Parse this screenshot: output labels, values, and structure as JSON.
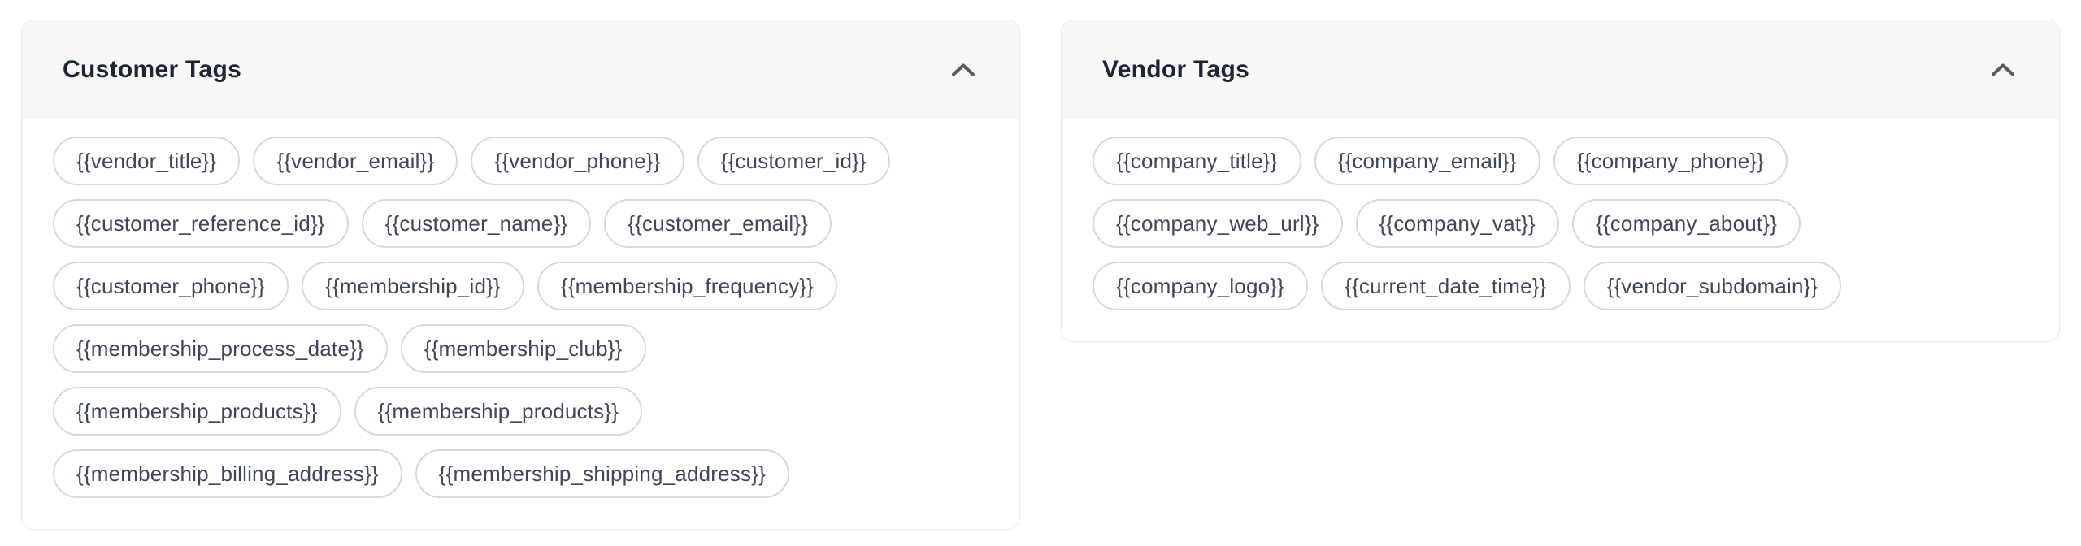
{
  "panels": {
    "customer": {
      "title": "Customer Tags",
      "collapse_icon": "chevron-up-icon",
      "tags": [
        "{{vendor_title}}",
        "{{vendor_email}}",
        "{{vendor_phone}}",
        "{{customer_id}}",
        "{{customer_reference_id}}",
        "{{customer_name}}",
        "{{customer_email}}",
        "{{customer_phone}}",
        "{{membership_id}}",
        "{{membership_frequency}}",
        "{{membership_process_date}}",
        "{{membership_club}}",
        "{{membership_products}}",
        "{{membership_products}}",
        "{{membership_billing_address}}",
        "{{membership_shipping_address}}"
      ]
    },
    "vendor": {
      "title": "Vendor Tags",
      "collapse_icon": "chevron-up-icon",
      "tags": [
        "{{company_title}}",
        "{{company_email}}",
        "{{company_phone}}",
        "{{company_web_url}}",
        "{{company_vat}}",
        "{{company_about}}",
        "{{company_logo}}",
        "{{current_date_time}}",
        "{{vendor_subdomain}}"
      ]
    }
  },
  "colors": {
    "page_bg": "#ffffff",
    "panel_border": "#ebebeb",
    "header_bg": "#f7f7f8",
    "title_color": "#1c2536",
    "tag_text": "#3e4659",
    "tag_border": "#d9d9d9",
    "chevron": "#5a5a5a"
  }
}
